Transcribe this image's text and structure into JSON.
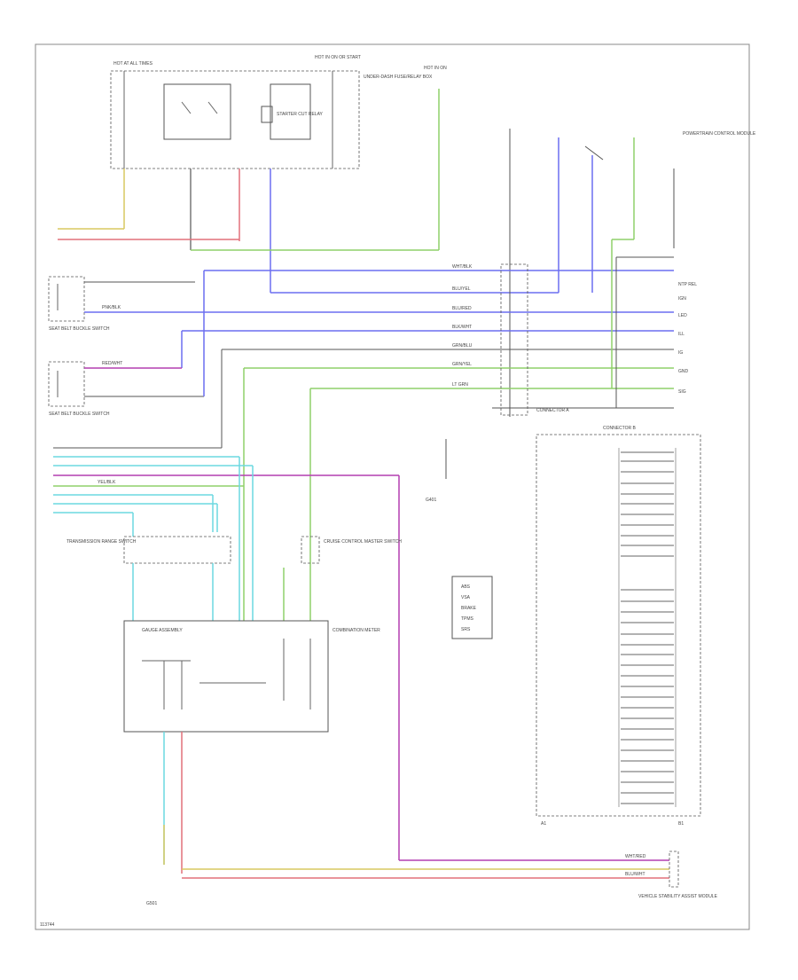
{
  "diagram": {
    "footer_code": "113744",
    "colors": {
      "yellow": "#d9c860",
      "red": "#e2707a",
      "green": "#8fd06a",
      "blue": "#6c6ef0",
      "purple": "#b43fb0",
      "cyan": "#6cd8e0",
      "gray": "#888888",
      "black": "#555555"
    },
    "labels": {
      "top_fuse_1": "HOT AT ALL TIMES",
      "top_fuse_2": "HOT IN ON OR START",
      "top_fuse_3": "HOT IN ON",
      "relay_box_title": "UNDER-DASH FUSE/RELAY BOX",
      "starter_relay": "STARTER CUT RELAY",
      "seat_left": "SEAT BELT BUCKLE SWITCH",
      "seat_right": "SEAT BELT BUCKLE SWITCH",
      "pcm": "POWERTRAIN CONTROL MODULE",
      "gauge_title": "GAUGE ASSEMBLY",
      "connector_a": "CONNECTOR A",
      "connector_b": "CONNECTOR B",
      "transmission": "TRANSMISSION RANGE SWITCH",
      "cruise": "CRUISE CONTROL MASTER SWITCH",
      "combination": "COMBINATION METER",
      "gauge_ground": "G401",
      "bottom_ground": "G501",
      "module_bottom": "VEHICLE STABILITY ASSIST MODULE",
      "indicator_1": "ABS",
      "indicator_2": "VSA",
      "indicator_3": "BRAKE",
      "indicator_4": "TPMS",
      "indicator_5": "SRS",
      "pin_left_A": "A1",
      "pin_left_B": "B1"
    },
    "wire_labels": {
      "w1": "WHT/BLK",
      "w2": "BLU/YEL",
      "w3": "BLU/RED",
      "w4": "BLK/WHT",
      "w5": "GRN/BLU",
      "w6": "GRN/YEL",
      "w7": "LT GRN",
      "w8": "PNK/BLK",
      "w9": "RED/WHT",
      "w10": "YEL/BLK",
      "w11": "WHT/RED",
      "w12": "BLU/WHT"
    },
    "right_pins": {
      "a": "NTP REL",
      "b": "IGN",
      "c": "LED",
      "d": "ILL",
      "e": "IG",
      "f": "GND",
      "g": "SIG"
    }
  }
}
